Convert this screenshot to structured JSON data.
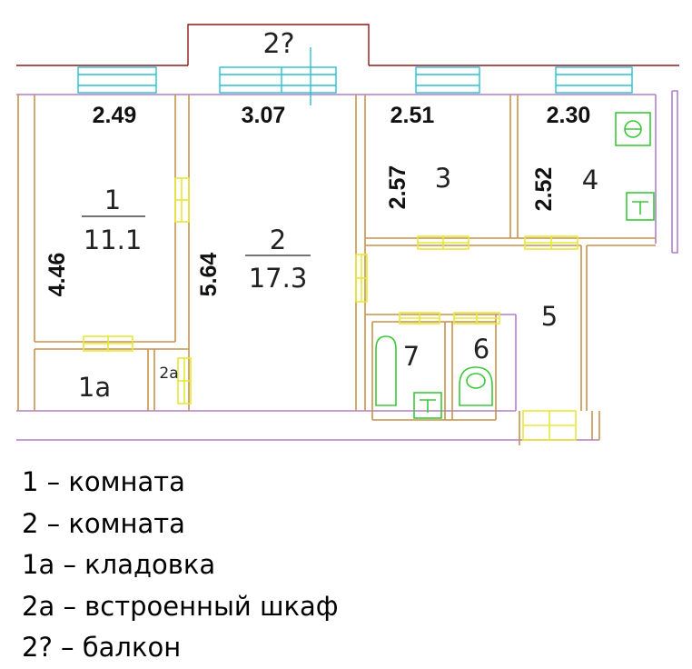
{
  "colors": {
    "wall": "#c8924a",
    "exterior": "#8b1a1a",
    "partition": "#b07fc8",
    "door": "#e8e83a",
    "window": "#29c0d0",
    "fixture": "#3ac83a"
  },
  "plan": {
    "balcony_label": "2?",
    "widths": {
      "room1": "2.49",
      "room2": "3.07",
      "room3": "2.51",
      "room4": "2.30"
    },
    "lengths": {
      "room1": "4.46",
      "room2": "5.64",
      "room3": "2.57",
      "room4": "2.52"
    },
    "rooms": {
      "r1_num": "1",
      "r1_area": "11.1",
      "r2_num": "2",
      "r2_area": "17.3",
      "r3": "3",
      "r4": "4",
      "r5": "5",
      "r6": "6",
      "r7": "7",
      "r1a": "1a",
      "r2a": "2a"
    }
  },
  "legend": [
    "1 – комната",
    "2 – комната",
    "1а – кладовка",
    "2а – встроенный шкаф",
    "2? – балкон"
  ]
}
